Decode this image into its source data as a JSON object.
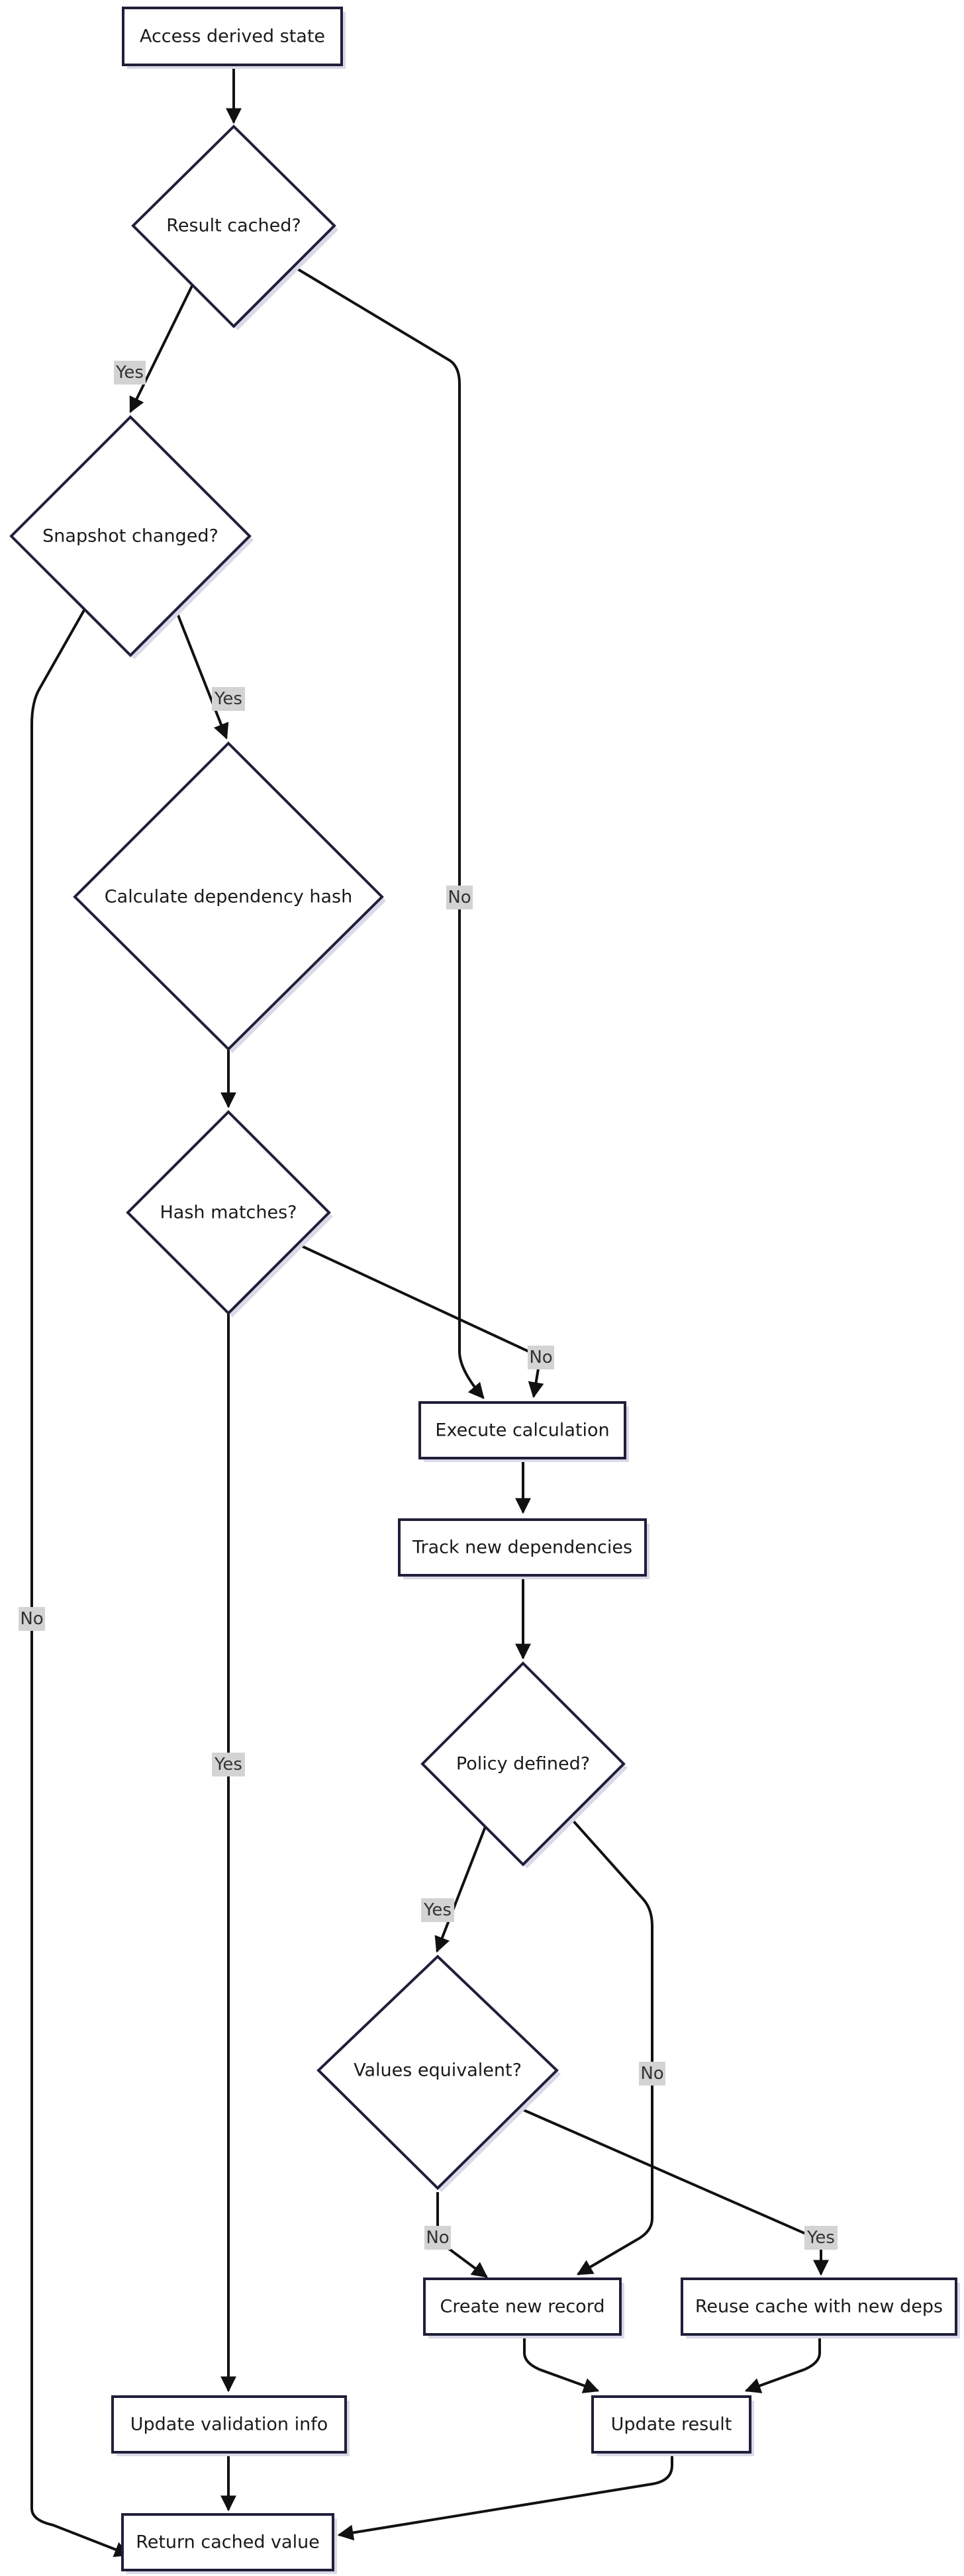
{
  "nodes": {
    "access_derived_state": "Access derived state",
    "result_cached": "Result cached?",
    "snapshot_changed": "Snapshot changed?",
    "calculate_dependency_hash": "Calculate dependency hash",
    "hash_matches": "Hash matches?",
    "execute_calculation": "Execute calculation",
    "track_new_dependencies": "Track new dependencies",
    "policy_defined": "Policy defined?",
    "values_equivalent": "Values equivalent?",
    "create_new_record": "Create new record",
    "reuse_cache_with_new_deps": "Reuse cache with new deps",
    "update_validation_info": "Update validation info",
    "update_result": "Update result",
    "return_cached_value": "Return cached value"
  },
  "edge_labels": {
    "result_cached_yes": "Yes",
    "result_cached_no": "No",
    "snapshot_changed_yes": "Yes",
    "snapshot_changed_no": "No",
    "hash_matches_yes": "Yes",
    "hash_matches_no": "No",
    "policy_defined_yes": "Yes",
    "policy_defined_no": "No",
    "values_equivalent_yes": "Yes",
    "values_equivalent_no": "No"
  },
  "colors": {
    "node_border": "#1f1f3a",
    "edge": "#111111",
    "label_background": "#d3d3d3"
  }
}
